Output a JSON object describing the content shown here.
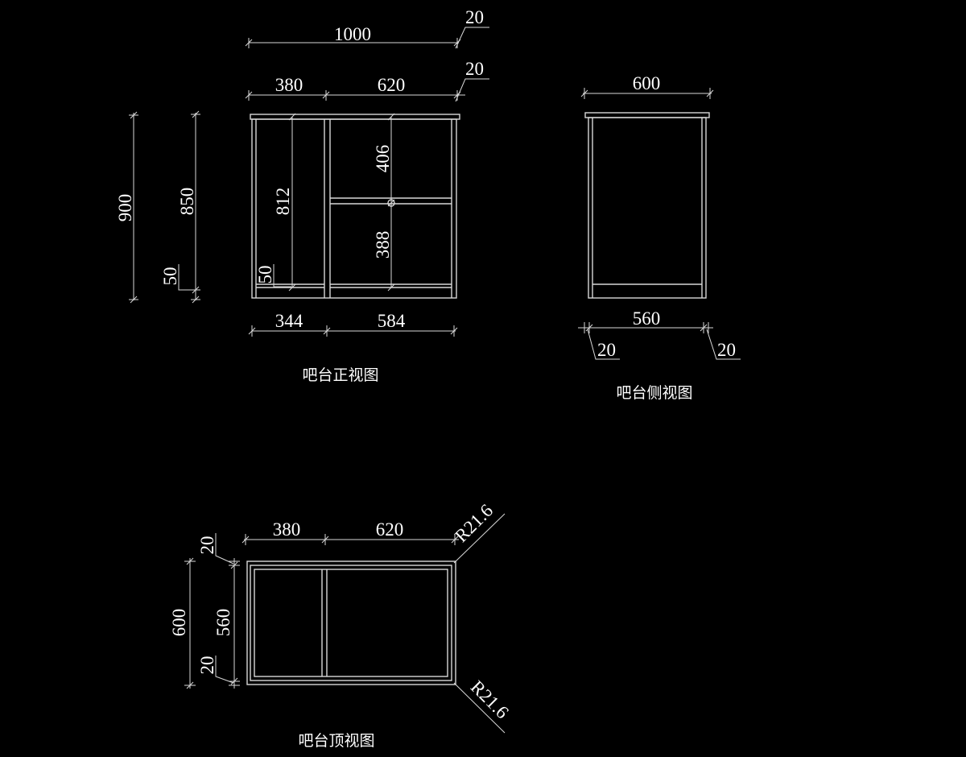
{
  "front_view": {
    "title": "吧台正视图",
    "dims": {
      "overall_width": "1000",
      "top_overhang_upper": "20",
      "left_section": "380",
      "right_section": "620",
      "top_overhang_lower": "20",
      "height_total": "900",
      "height_body": "850",
      "base_left": "50",
      "left_inner_height": "812",
      "base_inner": "50",
      "upper_shelf": "406",
      "lower_shelf": "388",
      "bottom_left": "344",
      "bottom_right": "584"
    }
  },
  "side_view": {
    "title": "吧台侧视图",
    "dims": {
      "top_depth": "600",
      "body_depth": "560",
      "left_overhang": "20",
      "right_overhang": "20"
    }
  },
  "top_view": {
    "title": "吧台顶视图",
    "dims": {
      "left_section": "380",
      "right_section": "620",
      "radius_top": "R21.6",
      "radius_bottom": "R21.6",
      "overhang_top": "20",
      "overall_depth": "600",
      "inner_depth": "560",
      "overhang_bottom": "20"
    }
  }
}
